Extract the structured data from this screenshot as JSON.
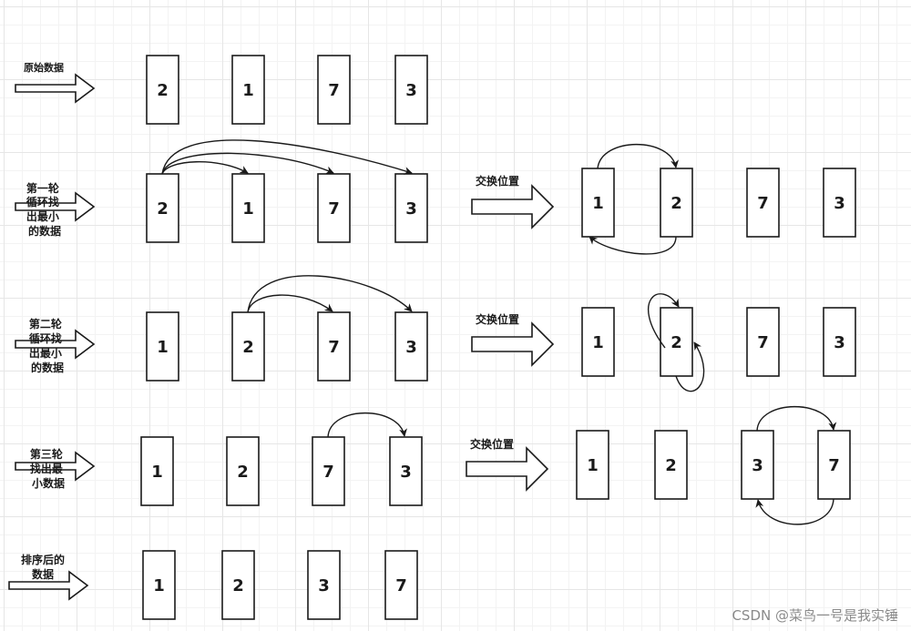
{
  "rows": {
    "original": {
      "label_lines": [
        "原始数据"
      ],
      "values": [
        "2",
        "1",
        "7",
        "3"
      ]
    },
    "round1": {
      "label_lines": [
        "第一轮",
        "循环找",
        "出最小",
        "的数据"
      ],
      "values": [
        "2",
        "1",
        "7",
        "3"
      ],
      "swap_label": "交换位置",
      "result_values": [
        "1",
        "2",
        "7",
        "3"
      ]
    },
    "round2": {
      "label_lines": [
        "第二轮",
        "循环找",
        "出最小",
        "的数据"
      ],
      "values": [
        "1",
        "2",
        "7",
        "3"
      ],
      "swap_label": "交换位置",
      "result_values": [
        "1",
        "2",
        "7",
        "3"
      ]
    },
    "round3": {
      "label_lines": [
        "第三轮",
        "找出最",
        "小数据"
      ],
      "values": [
        "1",
        "2",
        "7",
        "3"
      ],
      "swap_label": "交换位置",
      "result_values": [
        "1",
        "2",
        "3",
        "7"
      ]
    },
    "sorted": {
      "label_lines": [
        "排序后的",
        "数据"
      ],
      "values": [
        "1",
        "2",
        "3",
        "7"
      ]
    }
  },
  "watermark": "CSDN @菜鸟一号是我实锤",
  "colors": {
    "stroke": "#1a1a1a",
    "grid": "#e6e6e6"
  }
}
